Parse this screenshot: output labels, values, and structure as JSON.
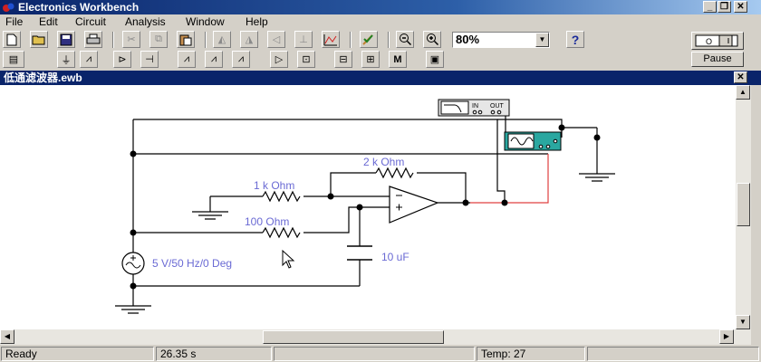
{
  "app": {
    "title": "Electronics Workbench"
  },
  "window_controls": {
    "minimize": "_",
    "restore": "❐",
    "close": "✕"
  },
  "menu": [
    "File",
    "Edit",
    "Circuit",
    "Analysis",
    "Window",
    "Help"
  ],
  "toolbar": {
    "zoom_value": "80%",
    "help_label": "?",
    "pause_label": "Pause",
    "meter_label": "M"
  },
  "document": {
    "title": "低通滤波器.ewb",
    "close": "✕"
  },
  "circuit": {
    "r1_label": "1 k Ohm",
    "r2_label": "2 k Ohm",
    "r3_label": "100  Ohm",
    "c1_label": "10 uF",
    "source_label": "5 V/50 Hz/0 Deg",
    "bode_in": "IN",
    "bode_out": "OUT"
  },
  "status": {
    "state": "Ready",
    "time": "26.35 s",
    "temp": "Temp:  27"
  },
  "colors": {
    "title_blue": "#0a246a",
    "wire": "#000000",
    "probe_wire": "#e04040",
    "label": "#6a6ad4",
    "scope_teal": "#2aa7a0"
  }
}
